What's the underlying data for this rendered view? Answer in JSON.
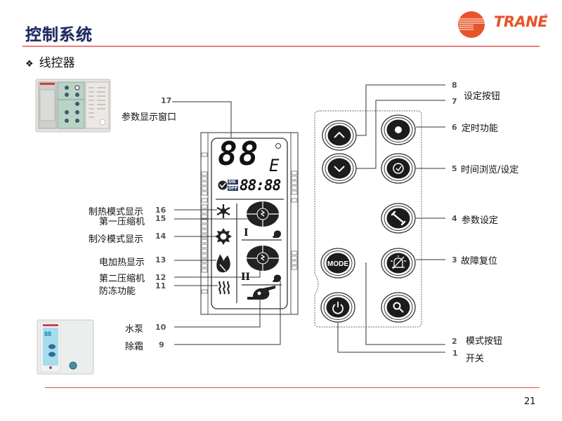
{
  "header": {
    "title": "控制系统",
    "subtitle_bullet": "❖",
    "subtitle": "线控器",
    "logo_text": "TRANE",
    "logo_reg": "®",
    "brand_color": "#e8542a",
    "title_color": "#1f2a5c"
  },
  "lcd": {
    "big_digits": "88",
    "unit": "E",
    "on_label": "ON",
    "off_label": "OFF",
    "clock": "88:88",
    "compressor_1": "I",
    "compressor_2": "II"
  },
  "left_callouts": [
    {
      "num": "17",
      "label": "参数显示窗口"
    },
    {
      "num": "16",
      "label": "制热模式显示"
    },
    {
      "num": "15",
      "label": "第一压缩机"
    },
    {
      "num": "14",
      "label": "制冷模式显示"
    },
    {
      "num": "13",
      "label": "电加热显示"
    },
    {
      "num": "12",
      "label": "第二压缩机"
    },
    {
      "num": "11",
      "label": "防冻功能"
    },
    {
      "num": "10",
      "label": "水泵"
    },
    {
      "num": "9",
      "label": "除霜"
    }
  ],
  "right_callouts": [
    {
      "num": "8",
      "label": ""
    },
    {
      "num": "7",
      "label": "设定按钮"
    },
    {
      "num": "6",
      "label": "定时功能"
    },
    {
      "num": "5",
      "label": "时间浏览/设定"
    },
    {
      "num": "4",
      "label": "参数设定"
    },
    {
      "num": "3",
      "label": "故障复位"
    },
    {
      "num": "2",
      "label": "模式按钮"
    },
    {
      "num": "1",
      "label": "开关"
    }
  ],
  "buttons": {
    "up": "up-arrow-icon",
    "down": "down-arrow-icon",
    "timer": "record-icon",
    "clock": "clock-check-icon",
    "param": "wrench-icon",
    "mode": "MODE",
    "reset": "alarm-reset-icon",
    "power": "power-icon",
    "search": "search-icon"
  },
  "footer": {
    "page": "21"
  }
}
